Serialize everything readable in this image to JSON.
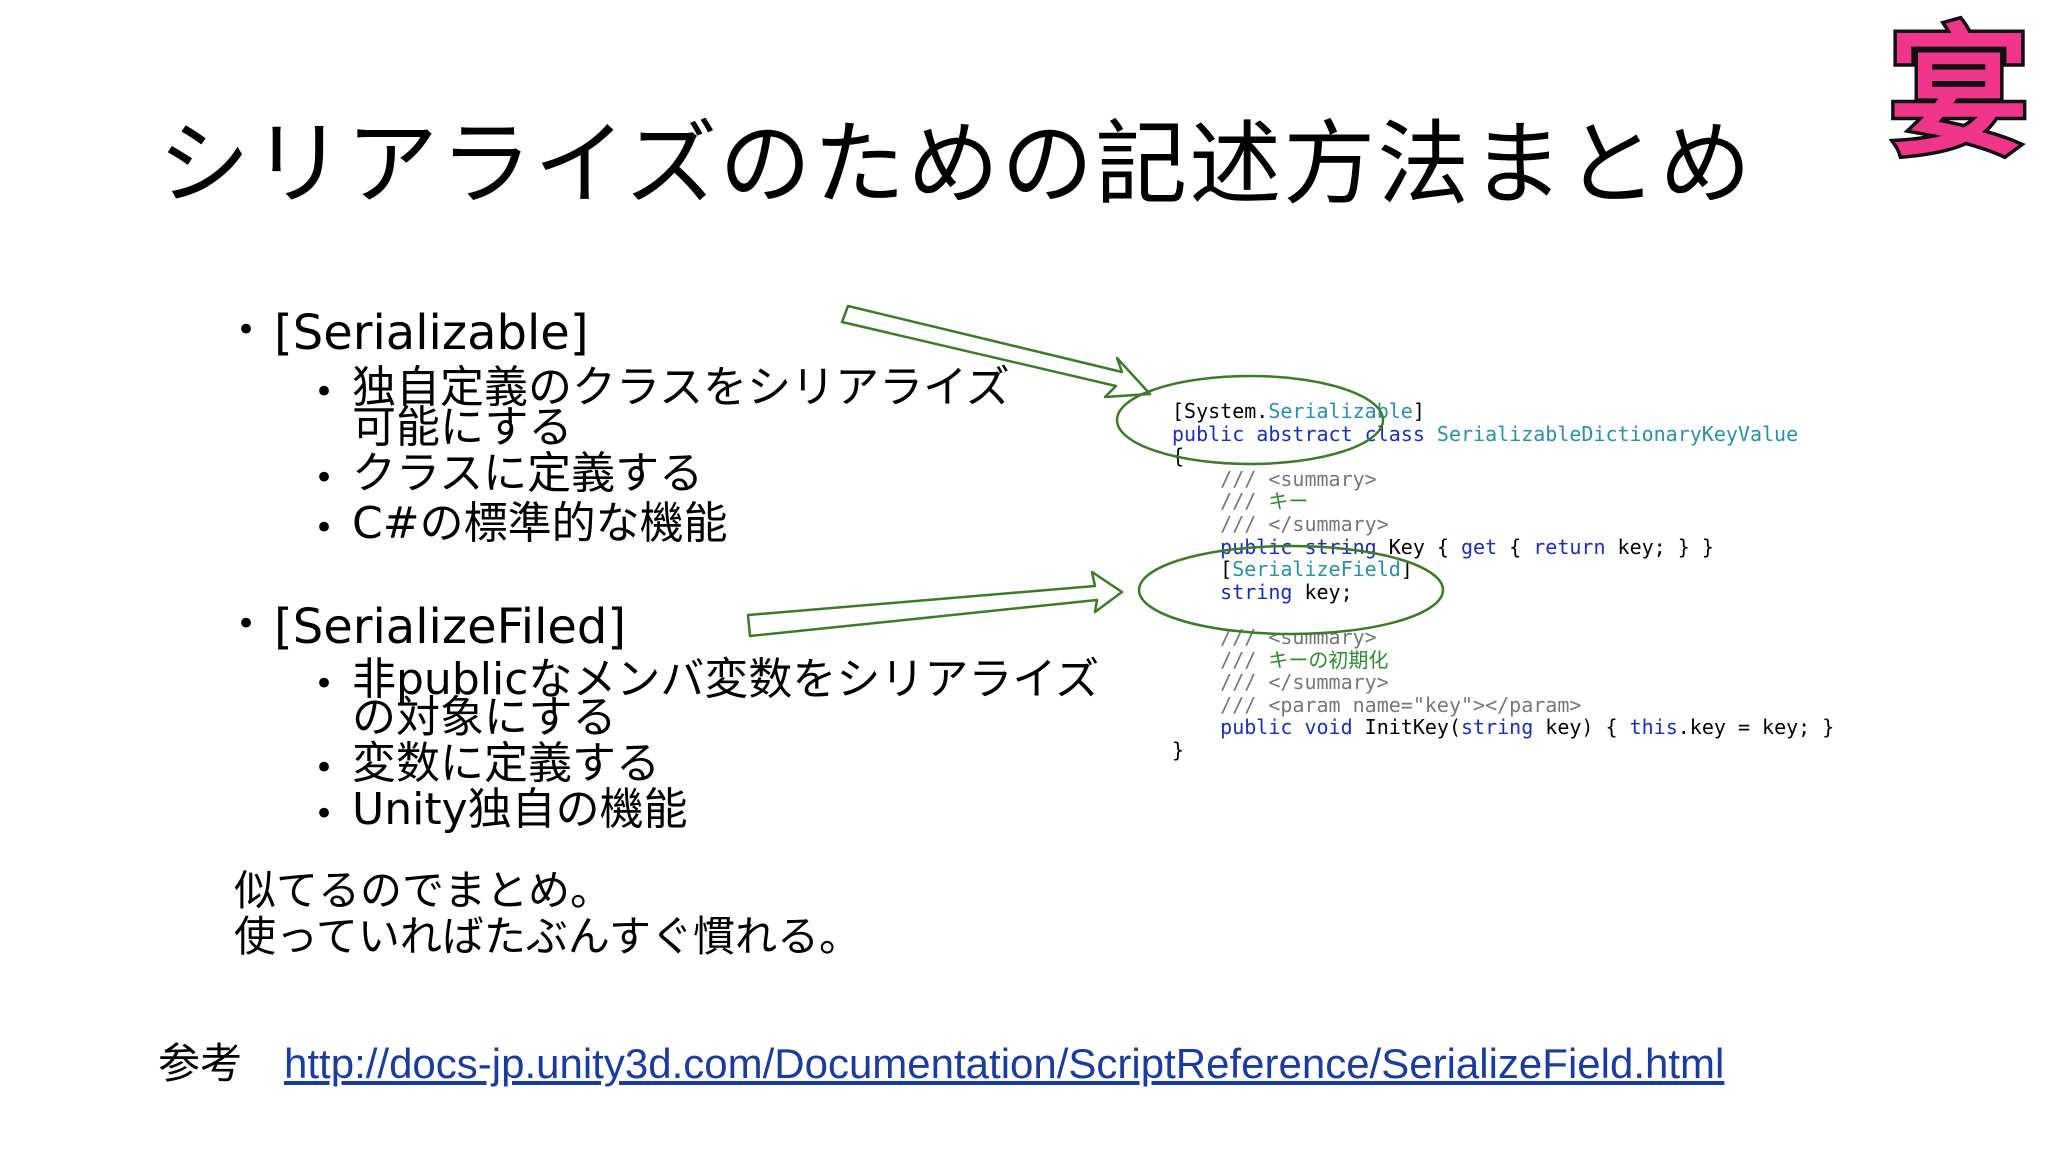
{
  "slide": {
    "title": "シリアライズのための記述方法まとめ",
    "logo_text": "宴",
    "sections": [
      {
        "heading": "[Serializable]",
        "items": [
          "独自定義のクラスをシリアライズ",
          "可能にする",
          "クラスに定義する",
          "C#の標準的な機能"
        ]
      },
      {
        "heading": "[SerializeFiled]",
        "items": [
          "非publicなメンバ変数をシリアライズ",
          "の対象にする",
          "変数に定義する",
          "Unity独自の機能"
        ]
      }
    ],
    "note_lines": [
      "似てるのでまとめ。",
      "使っていればたぶんすぐ慣れる。"
    ],
    "reference_label": "参考",
    "reference_url": "http://docs-jp.unity3d.com/Documentation/ScriptReference/SerializeField.html"
  },
  "code": {
    "lines": [
      {
        "parts": [
          {
            "t": "[System."
          },
          {
            "t": "Serializable",
            "c": "ty"
          },
          {
            "t": "]"
          }
        ]
      },
      {
        "parts": [
          {
            "t": "public abstract class ",
            "c": "kw"
          },
          {
            "t": "SerializableDictionaryKeyValue",
            "c": "ty"
          }
        ]
      },
      {
        "parts": [
          {
            "t": "{"
          }
        ]
      },
      {
        "parts": [
          {
            "t": "    "
          },
          {
            "t": "/// <summary>",
            "c": "cm"
          }
        ]
      },
      {
        "parts": [
          {
            "t": "    "
          },
          {
            "t": "/// ",
            "c": "cm"
          },
          {
            "t": "キー",
            "c": "cg"
          }
        ]
      },
      {
        "parts": [
          {
            "t": "    "
          },
          {
            "t": "/// </summary>",
            "c": "cm"
          }
        ]
      },
      {
        "parts": [
          {
            "t": "    "
          },
          {
            "t": "public string ",
            "c": "kw"
          },
          {
            "t": "Key { "
          },
          {
            "t": "get",
            "c": "kw"
          },
          {
            "t": " { "
          },
          {
            "t": "return",
            "c": "kw"
          },
          {
            "t": " key; } }"
          }
        ]
      },
      {
        "parts": [
          {
            "t": "    ["
          },
          {
            "t": "SerializeField",
            "c": "ty"
          },
          {
            "t": "]"
          }
        ]
      },
      {
        "parts": [
          {
            "t": "    "
          },
          {
            "t": "string ",
            "c": "kw"
          },
          {
            "t": "key;"
          }
        ]
      },
      {
        "parts": [
          {
            "t": ""
          }
        ]
      },
      {
        "parts": [
          {
            "t": "    "
          },
          {
            "t": "/// <summary>",
            "c": "cm"
          }
        ]
      },
      {
        "parts": [
          {
            "t": "    "
          },
          {
            "t": "/// ",
            "c": "cm"
          },
          {
            "t": "キーの初期化",
            "c": "cg"
          }
        ]
      },
      {
        "parts": [
          {
            "t": "    "
          },
          {
            "t": "/// </summary>",
            "c": "cm"
          }
        ]
      },
      {
        "parts": [
          {
            "t": "    "
          },
          {
            "t": "/// <param name=\"key\"></param>",
            "c": "cm"
          }
        ]
      },
      {
        "parts": [
          {
            "t": "    "
          },
          {
            "t": "public void ",
            "c": "kw"
          },
          {
            "t": "InitKey("
          },
          {
            "t": "string",
            "c": "kw"
          },
          {
            "t": " key) { "
          },
          {
            "t": "this",
            "c": "kw"
          },
          {
            "t": ".key = key; }"
          }
        ]
      },
      {
        "parts": [
          {
            "t": "}"
          }
        ]
      }
    ]
  },
  "colors": {
    "link": "#1a3c9e",
    "keyword": "#1a2fb5",
    "type": "#2b8fa8",
    "comment": "#777777",
    "comment_jp": "#2f8a2f",
    "logo_fill": "#f0358a",
    "annotation": "#3d7a2a"
  }
}
